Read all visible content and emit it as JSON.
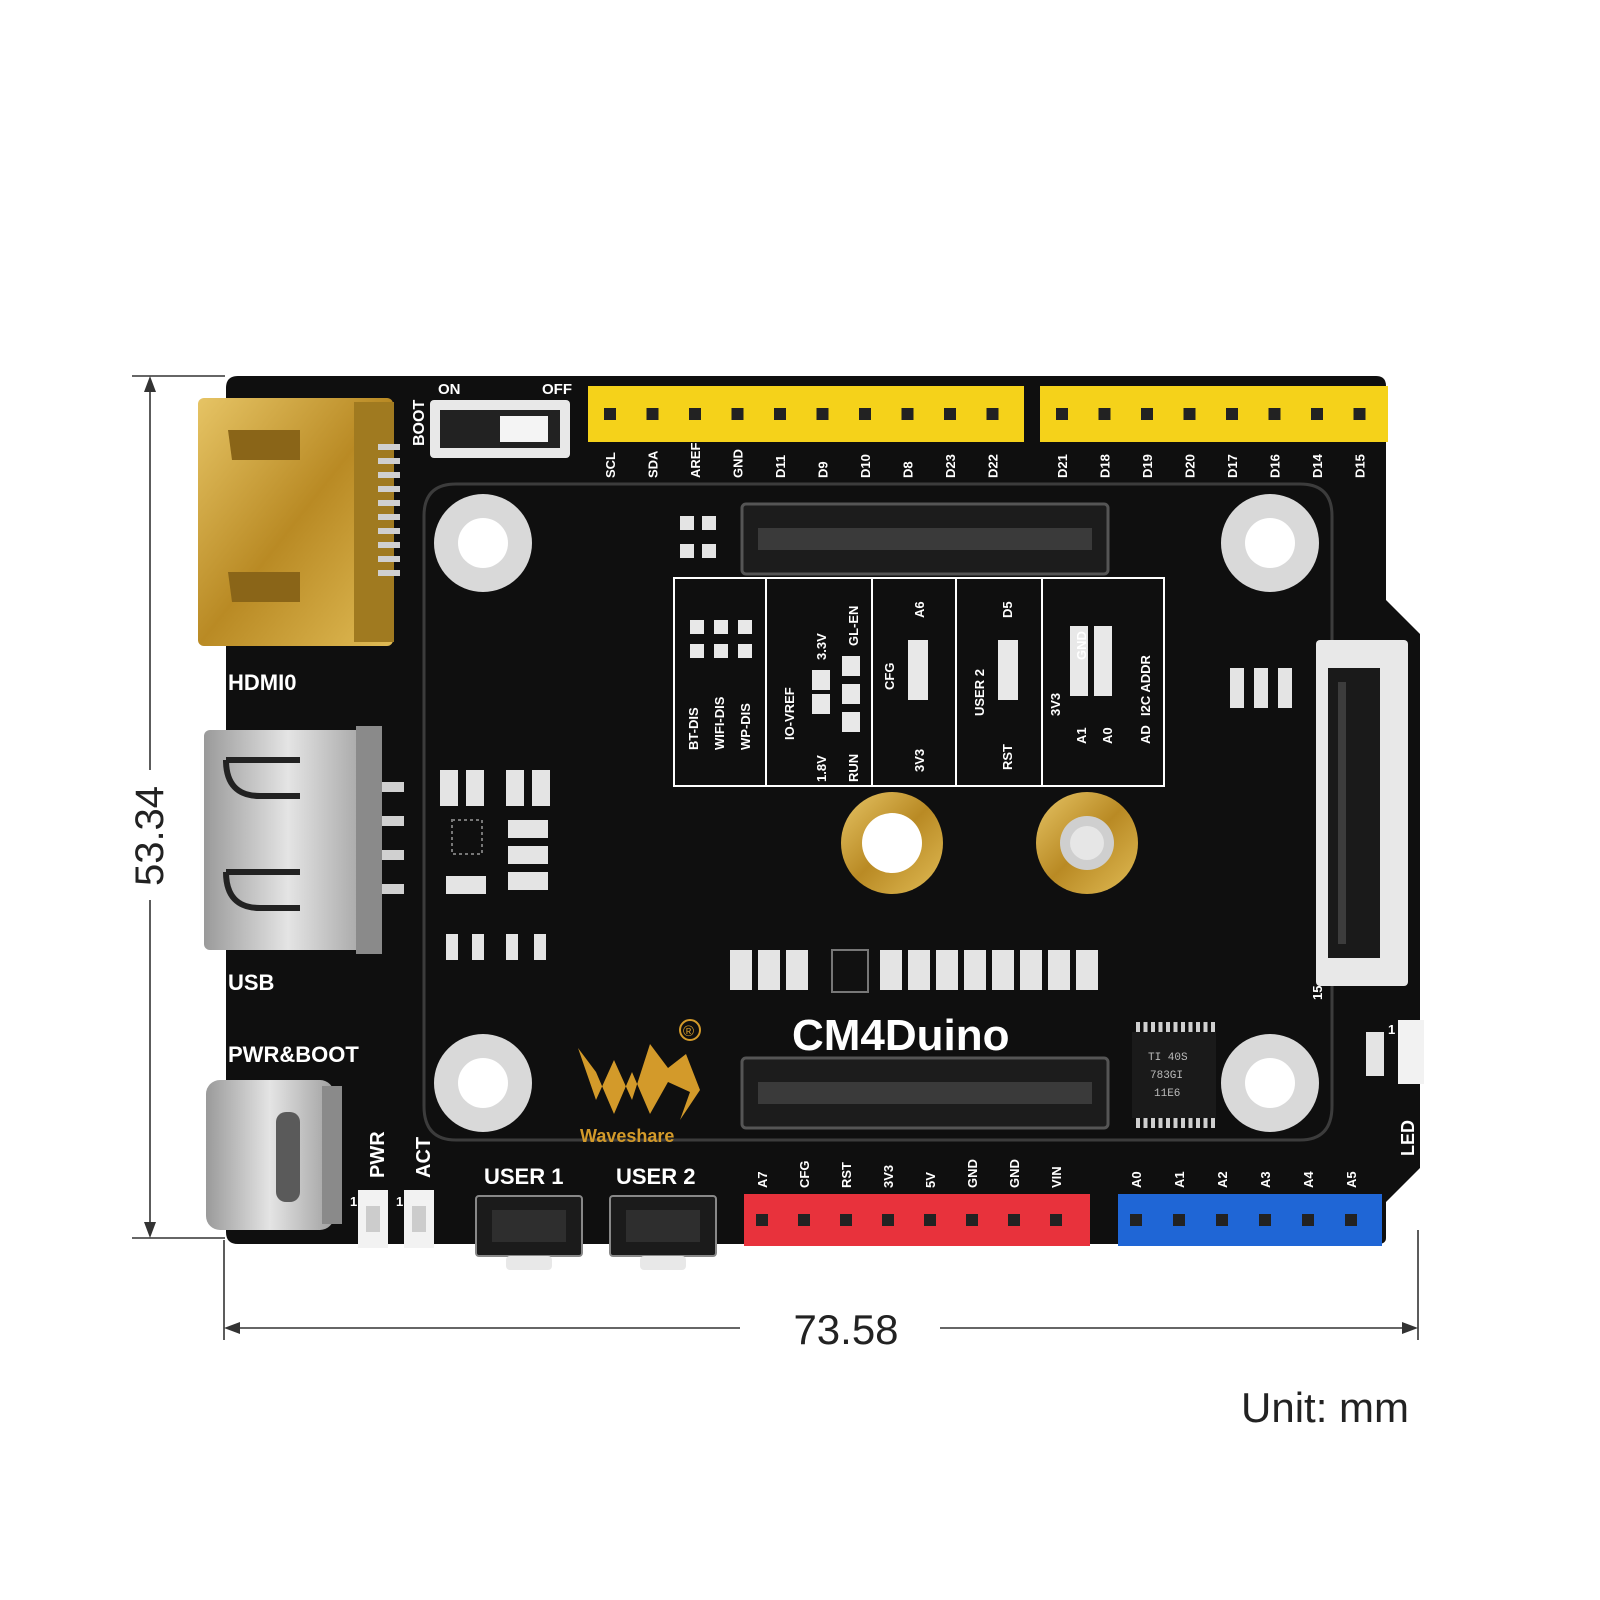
{
  "product": {
    "name": "CM4Duino",
    "brand": "Waveshare",
    "registered_mark": "®"
  },
  "dimensions": {
    "height": "53.34",
    "width": "73.58",
    "unit_label": "Unit: mm"
  },
  "ports": {
    "hdmi": "HDMI0",
    "usb": "USB",
    "pwr_boot": "PWR&BOOT"
  },
  "boot_switch": {
    "label": "BOOT",
    "on": "ON",
    "off": "OFF"
  },
  "leds": {
    "pwr": "PWR",
    "act": "ACT",
    "led": "LED",
    "one_a": "1",
    "one_b": "1",
    "one_c": "1"
  },
  "buttons": {
    "user1": "USER 1",
    "user2": "USER 2"
  },
  "header_top_left": [
    "SCL",
    "SDA",
    "AREF",
    "GND",
    "D11",
    "D9",
    "D10",
    "D8",
    "D23",
    "D22"
  ],
  "header_top_right": [
    "D21",
    "D18",
    "D19",
    "D20",
    "D17",
    "D16",
    "D14",
    "D15"
  ],
  "header_power": [
    "A7",
    "CFG",
    "RST",
    "3V3",
    "5V",
    "GND",
    "GND",
    "VIN"
  ],
  "header_analog": [
    "A0",
    "A1",
    "A2",
    "A3",
    "A4",
    "A5"
  ],
  "config_block": {
    "bt_dis": "BT-DIS",
    "wifi_dis": "WIFI-DIS",
    "wp_dis": "WP-DIS",
    "v33": "3.3V",
    "io_vref": "IO-VREF",
    "v18": "1.8V",
    "gl_en": "GL-EN",
    "run": "RUN",
    "a6": "A6",
    "cfg": "CFG",
    "v3v3": "3V3",
    "d5": "D5",
    "user2": "USER 2",
    "rst": "RST",
    "gnd": "GND",
    "v3v3b": "3V3",
    "a1": "A1",
    "a0": "A0",
    "i2c_addr": "I2C ADDR",
    "ad": "AD"
  },
  "chip_marking": [
    "TI 40S",
    "783GI",
    "11E6"
  ],
  "fpc_pin": "15",
  "colors": {
    "board": "#0f0f0f",
    "header_yellow": "#f5d21a",
    "header_red": "#e8323c",
    "header_blue": "#1f66d6",
    "gold": "#caa13a",
    "logo_gold": "#d39a2a"
  }
}
